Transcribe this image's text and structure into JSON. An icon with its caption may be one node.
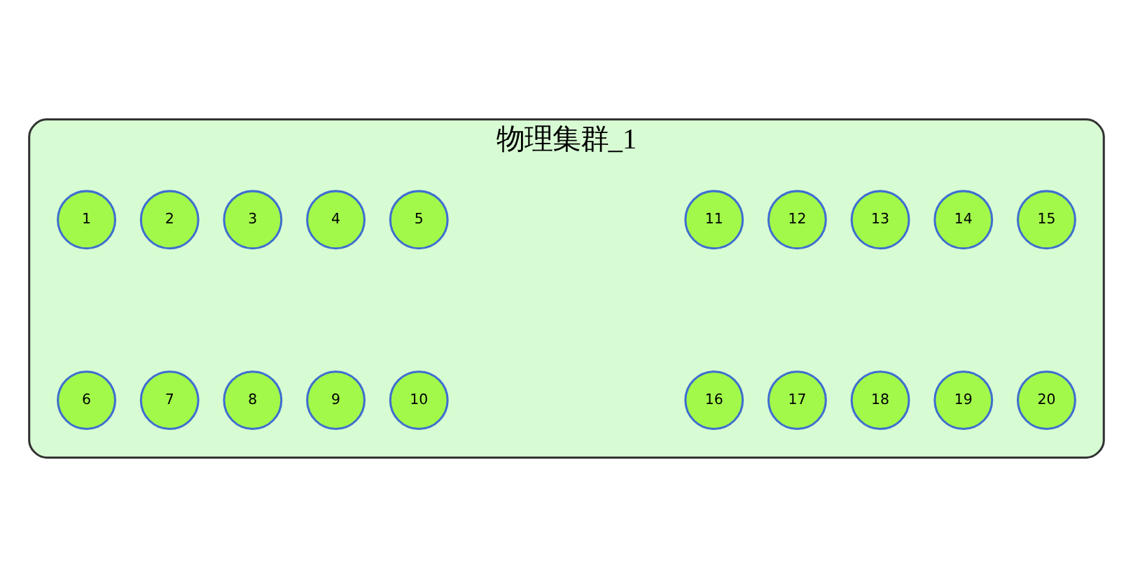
{
  "diagram": {
    "nodes": [
      {
        "text": [
          "物理集群_1"
        ]
      },
      {
        "text": [
          "1"
        ],
        "in": 0
      },
      {
        "text": [
          "2"
        ],
        "in": 0
      },
      {
        "text": [
          "3"
        ],
        "in": 0
      },
      {
        "text": [
          "4"
        ],
        "in": 0
      },
      {
        "text": [
          "5"
        ],
        "in": 0
      },
      {
        "text": [
          "11"
        ],
        "in": 0
      },
      {
        "text": [
          "12"
        ],
        "in": 0
      },
      {
        "text": [
          "13"
        ],
        "in": 0
      },
      {
        "text": [
          "14"
        ],
        "in": 0
      },
      {
        "text": [
          "15"
        ],
        "in": 0
      },
      {
        "text": [
          "6"
        ],
        "in": 0
      },
      {
        "text": [
          "7"
        ],
        "in": 0
      },
      {
        "text": [
          "8"
        ],
        "in": 0
      },
      {
        "text": [
          "9"
        ],
        "in": 0
      },
      {
        "text": [
          "10"
        ],
        "in": 0
      },
      {
        "text": [
          "16"
        ],
        "in": 0
      },
      {
        "text": [
          "17"
        ],
        "in": 0
      },
      {
        "text": [
          "18"
        ],
        "in": 0
      },
      {
        "text": [
          "19"
        ],
        "in": 0
      },
      {
        "text": [
          "20"
        ],
        "in": 0
      }
    ],
    "edges": []
  }
}
